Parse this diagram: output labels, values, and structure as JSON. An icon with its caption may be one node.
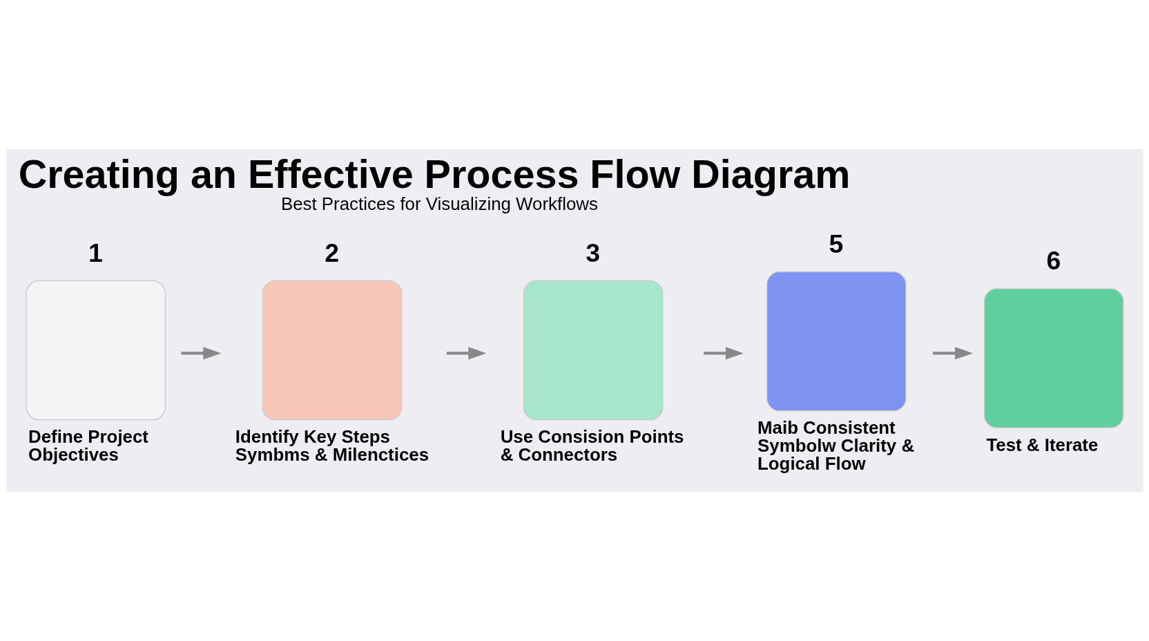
{
  "diagram": {
    "title": "Creating an Effective Process Flow Diagram",
    "caption": "Best Practices for Visualizing Workflows",
    "nodes": [
      {
        "text": [
          "1",
          "Define Project Objectives"
        ]
      },
      {
        "text": [
          "2",
          "Identify Key Steps Symbms & Milenctices"
        ]
      },
      {
        "text": [
          "3",
          "Use Consision Points & Connectors"
        ]
      },
      {
        "text": [
          "5",
          "Maib Consistent Symbolw Clarity & Logical Flow"
        ]
      },
      {
        "text": [
          "6",
          "Test & Iterate"
        ]
      }
    ],
    "edges": [
      {
        "from": 0,
        "to": 1,
        "arrow": "to"
      },
      {
        "from": 1,
        "to": 2,
        "arrow": "to"
      },
      {
        "from": 2,
        "to": 3,
        "arrow": "to"
      },
      {
        "from": 3,
        "to": 4,
        "arrow": "to"
      }
    ]
  }
}
